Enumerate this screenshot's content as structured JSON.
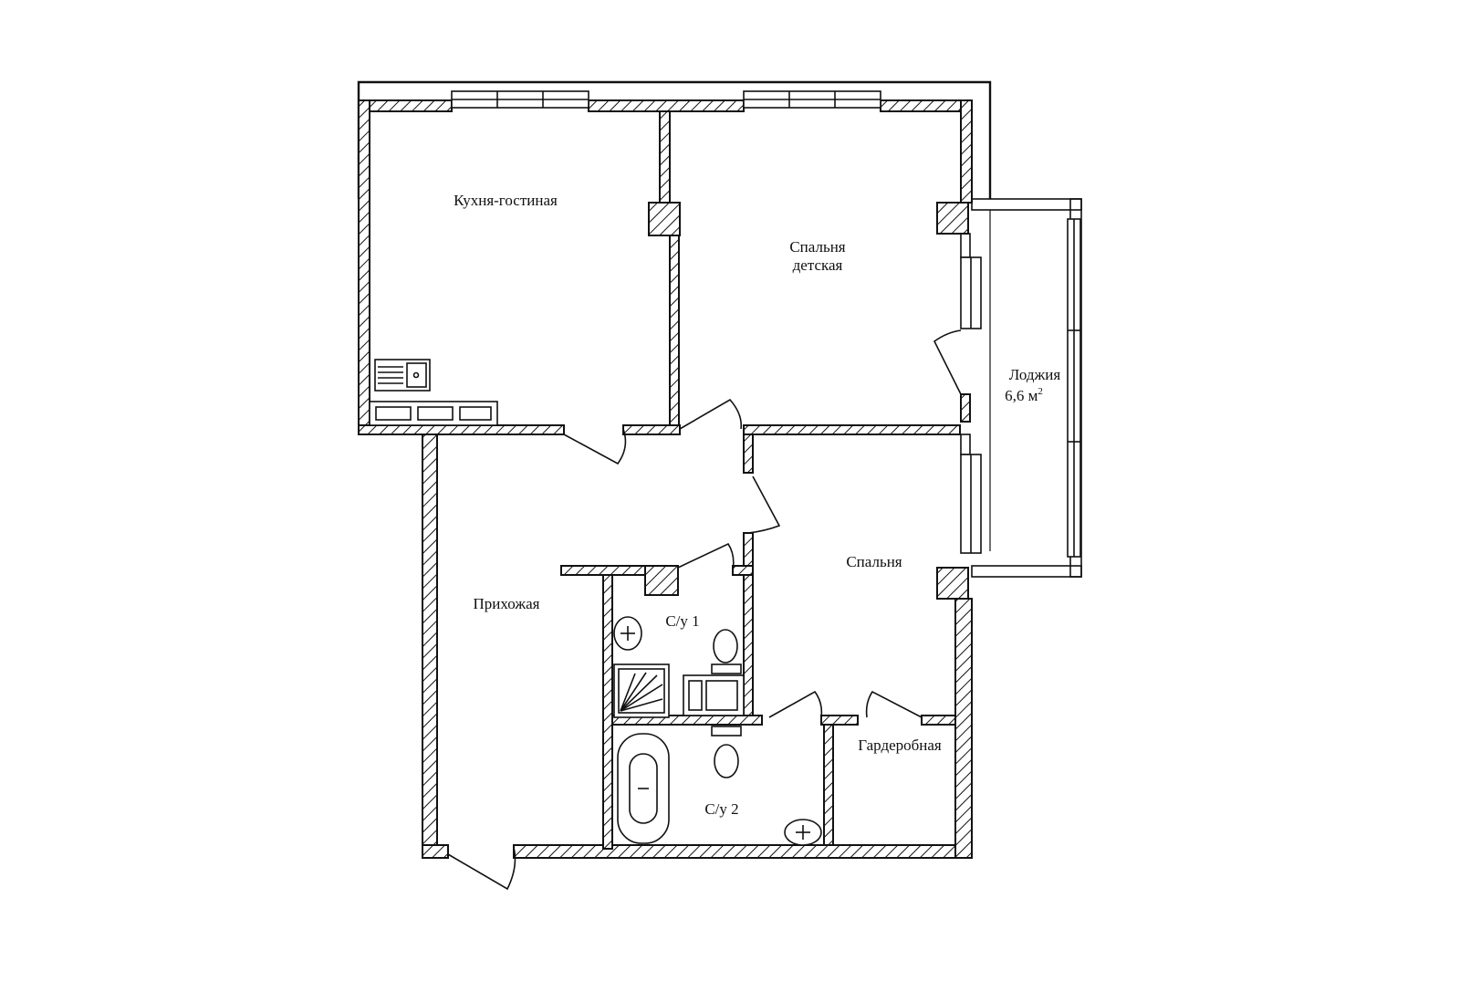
{
  "rooms": {
    "kitchen_living": "Кухня-гостиная",
    "bedroom_kids_1": "Спальня",
    "bedroom_kids_2": "детская",
    "loggia_name": "Лоджия",
    "loggia_area": "6,6 м",
    "loggia_area_sup": "2",
    "hallway": "Прихожая",
    "bathroom_1": "С/у 1",
    "bedroom": "Спальня",
    "wardrobe": "Гардеробная",
    "bathroom_2": "С/у 2"
  },
  "colors": {
    "line": "#111111",
    "background": "#ffffff"
  }
}
